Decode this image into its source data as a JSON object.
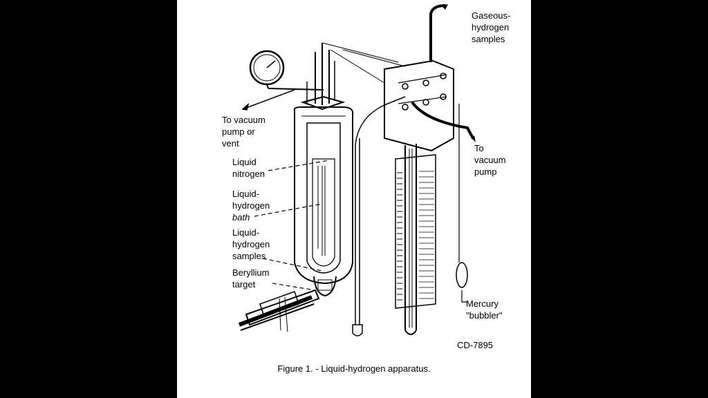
{
  "labels": {
    "gaseous": "Gaseous-\nhydrogen\nsamples",
    "vacuum_vent": "To vacuum\npump or\nvent",
    "vacuum_pump": "To\nvacuum\npump",
    "liquid_nitrogen": "Liquid\nnitrogen",
    "lh_bath_1": "Liquid-\nhydrogen",
    "lh_bath_2": "bath",
    "lh_samples": "Liquid-\nhydrogen\nsamples",
    "beryllium": "Beryllium\ntarget",
    "mercury": "Mercury\n\"bubbler\""
  },
  "figure_id": "CD-7895",
  "caption": "Figure 1. - Liquid-hydrogen apparatus."
}
